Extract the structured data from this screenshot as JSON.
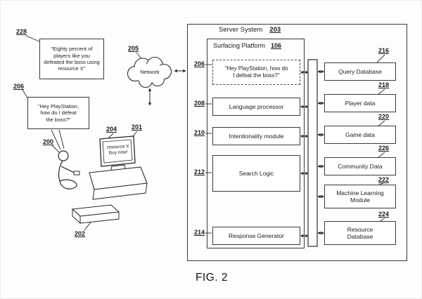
{
  "figure": {
    "caption": "FIG. 2"
  },
  "scene": {
    "bubble_top": {
      "ref": "228",
      "text": "\"Eighty percent of\nplayers like you\ndefeated the boss using\nresource X\""
    },
    "bubble_question": {
      "ref": "206",
      "text": "\"Hey PlayStation,\nhow do I defeat\nthe boss?\""
    },
    "network": {
      "ref": "205",
      "label": "Network"
    },
    "player": {
      "ref": "200"
    },
    "tv": {
      "ref_screen": "204",
      "ref_tv": "201",
      "screen_text": "resource X\nBuy now!"
    },
    "console": {
      "ref": "202"
    }
  },
  "server_system": {
    "title": "Server System",
    "ref": "203",
    "platform": {
      "title": "Surfacing Platform",
      "ref": "106"
    },
    "left_modules": [
      {
        "ref": "206",
        "label": "\"Hey PlayStation, how do\nI defeat the boss?\""
      },
      {
        "ref": "208",
        "label": "Language processor"
      },
      {
        "ref": "210",
        "label": "Intentionality module"
      },
      {
        "ref": "212",
        "label": "Search Logic"
      },
      {
        "ref": "214",
        "label": "Response Generator"
      }
    ],
    "right_modules": [
      {
        "ref": "216",
        "label": "Query Database"
      },
      {
        "ref": "218",
        "label": "Player data"
      },
      {
        "ref": "220",
        "label": "Game data"
      },
      {
        "ref": "226",
        "label": "Community Data"
      },
      {
        "ref": "222",
        "label": "Machine Learning\nModule"
      },
      {
        "ref": "224",
        "label": "Resource\nDatabase"
      }
    ]
  }
}
